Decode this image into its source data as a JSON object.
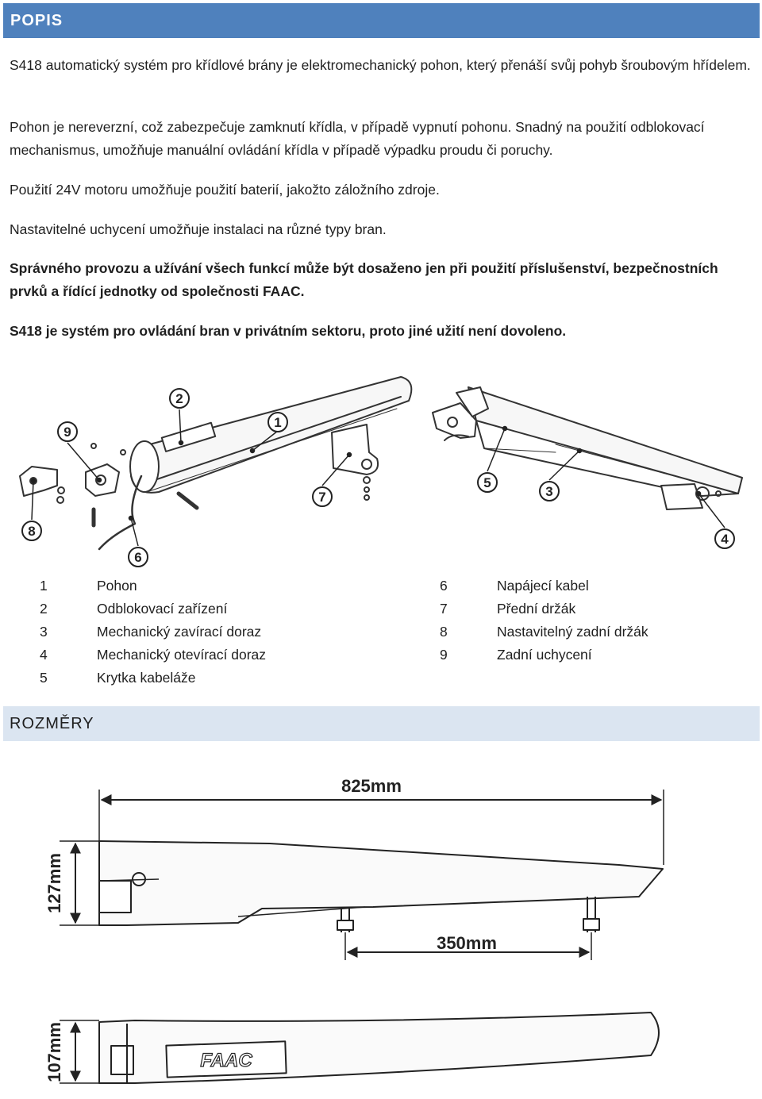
{
  "sections": {
    "popis": "POPIS",
    "rozmery": "ROZMĚRY"
  },
  "paragraphs": [
    "S418 automatický systém pro křídlové brány je elektromechanický pohon, který přenáší svůj pohyb šroubovým hřídelem.",
    "Pohon je nereverzní, což zabezpečuje zamknutí křídla, v případě vypnutí pohonu. Snadný na použití odblokovací mechanismus, umožňuje manuální ovládání křídla v případě výpadku proudu či poruchy.",
    "Použití 24V motoru umožňuje použití baterií, jakožto záložního zdroje.",
    "Nastavitelné uchycení umožňuje instalaci na různé typy bran.",
    "Správného provozu a užívání všech funkcí může být dosaženo jen při použití příslušenství, bezpečnostních prvků a řídící jednotky od společnosti FAAC.",
    "S418 je systém pro ovládání bran v privátním sektoru, proto jiné užití není dovoleno."
  ],
  "figure_callouts": [
    "1",
    "2",
    "3",
    "4",
    "5",
    "6",
    "7",
    "8",
    "9"
  ],
  "legend_left": [
    {
      "num": "1",
      "label": "Pohon"
    },
    {
      "num": "2",
      "label": "Odblokovací zařízení"
    },
    {
      "num": "3",
      "label": "Mechanický zavírací doraz"
    },
    {
      "num": "4",
      "label": "Mechanický otevírací doraz"
    },
    {
      "num": "5",
      "label": "Krytka kabeláže"
    }
  ],
  "legend_right": [
    {
      "num": "6",
      "label": "Napájecí kabel"
    },
    {
      "num": "7",
      "label": "Přední držák"
    },
    {
      "num": "8",
      "label": "Nastavitelný zadní držák"
    },
    {
      "num": "9",
      "label": "Zadní uchycení"
    }
  ],
  "dimensions": {
    "length": "825mm",
    "height": "127mm",
    "spacing": "350mm",
    "width": "107mm",
    "logo_text": "FAAC"
  },
  "colors": {
    "header_blue": "#4f81bd",
    "header_light": "#dbe5f1"
  }
}
